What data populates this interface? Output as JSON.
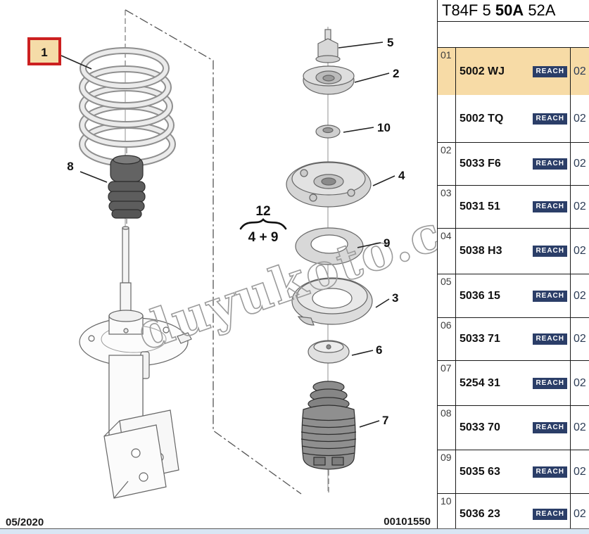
{
  "header": {
    "part1": "T84F 5",
    "part2": "50A",
    "part3": "52A"
  },
  "table": {
    "rows": [
      {
        "num": "01",
        "code": "5002 WJ",
        "badge": "REACH",
        "qty": "02",
        "highlighted": true
      },
      {
        "num": "",
        "code": "5002 TQ",
        "badge": "REACH",
        "qty": "02"
      },
      {
        "num": "02",
        "code": "5033 F6",
        "badge": "REACH",
        "qty": "02"
      },
      {
        "num": "03",
        "code": "5031 51",
        "badge": "REACH",
        "qty": "02"
      },
      {
        "num": "04",
        "code": "5038 H3",
        "badge": "REACH",
        "qty": "02"
      },
      {
        "num": "05",
        "code": "5036 15",
        "badge": "REACH",
        "qty": "02"
      },
      {
        "num": "06",
        "code": "5033 71",
        "badge": "REACH",
        "qty": "02"
      },
      {
        "num": "07",
        "code": "5254 31",
        "badge": "REACH",
        "qty": "02"
      },
      {
        "num": "08",
        "code": "5033 70",
        "badge": "REACH",
        "qty": "02"
      },
      {
        "num": "09",
        "code": "5035 63",
        "badge": "REACH",
        "qty": "02"
      },
      {
        "num": "10",
        "code": "5036 23",
        "badge": "REACH",
        "qty": "02"
      }
    ]
  },
  "diagram": {
    "callouts": {
      "c1": "1",
      "c2": "2",
      "c3": "3",
      "c4": "4",
      "c5": "5",
      "c6": "6",
      "c7": "7",
      "c8": "8",
      "c9": "9",
      "c10": "10",
      "group_top": "12",
      "group_bottom": "4 + 9"
    },
    "watermark": "duyukoto.com",
    "footer_date": "05/2020",
    "footer_doc": "00101550"
  },
  "colors": {
    "highlight": "#f7dba6",
    "badge_bg": "#2b3e68",
    "callout_box_border": "#cc2020",
    "callout_box_fill": "#f5dca8",
    "scrollbar_track": "#d9e6f4"
  }
}
